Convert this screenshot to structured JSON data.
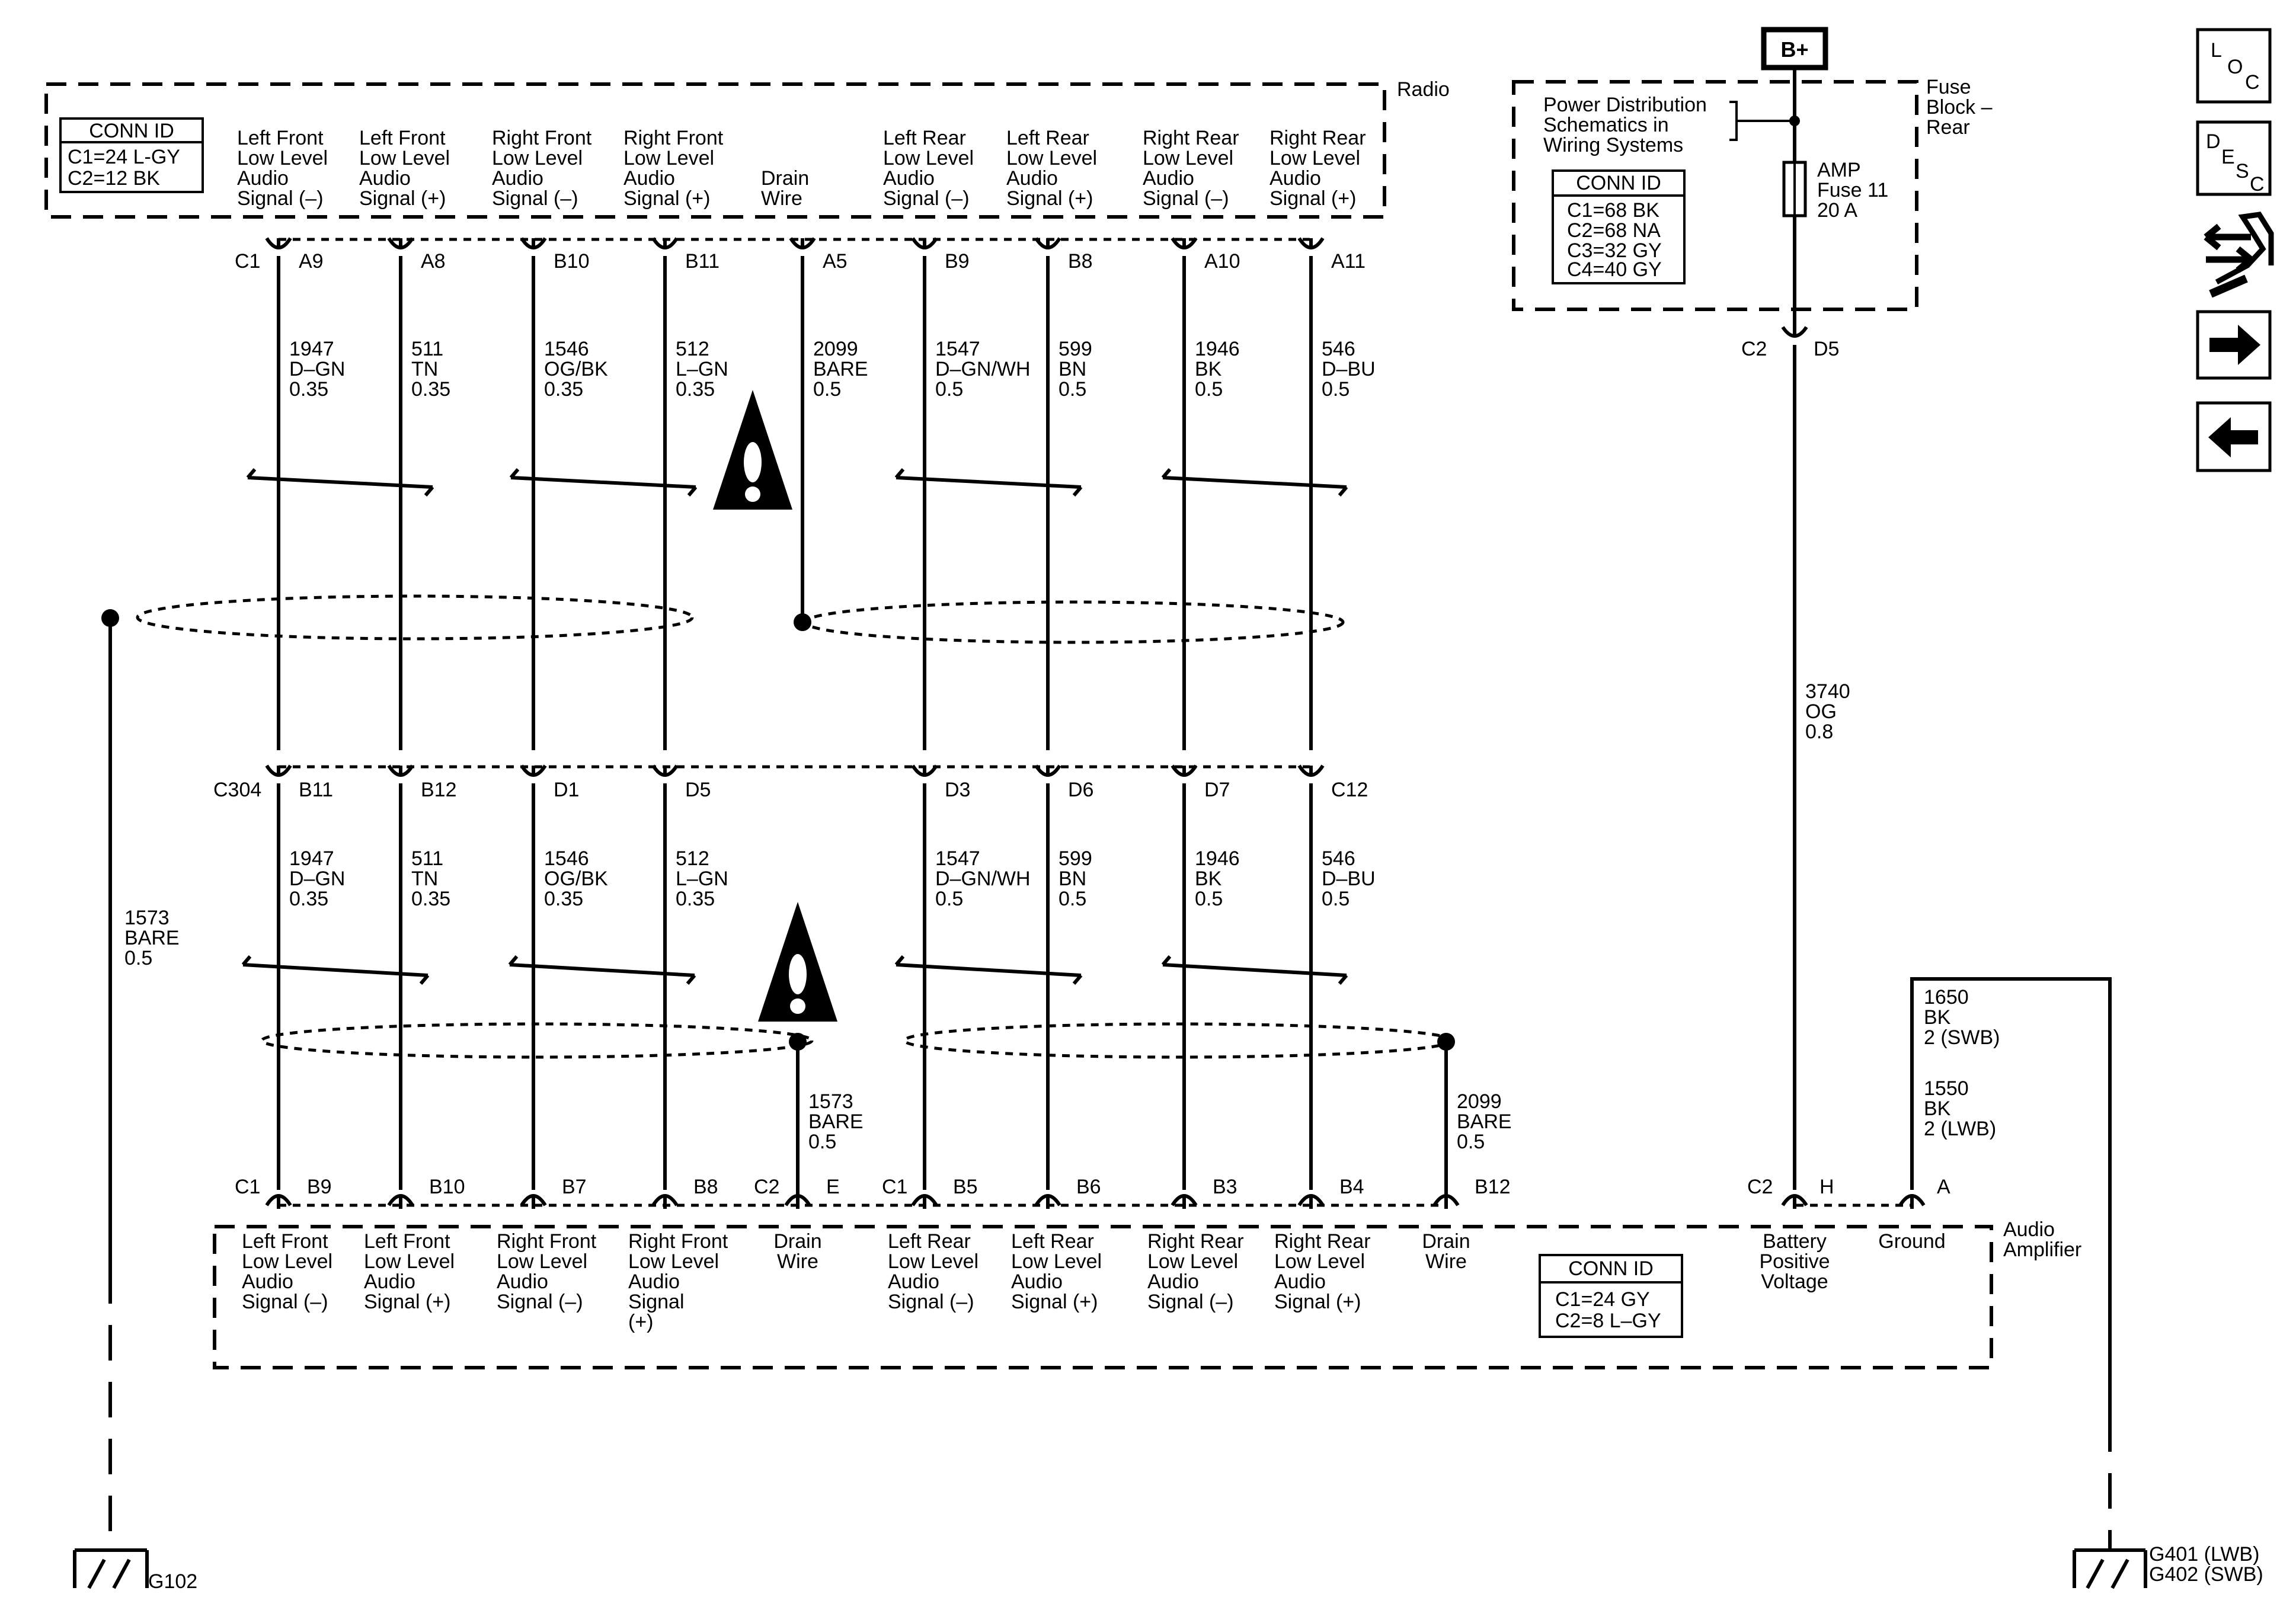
{
  "radio": {
    "component": "Radio",
    "conn_id": {
      "header": "CONN ID",
      "lines": [
        "C1=24 L-GY",
        "C2=12 BK"
      ]
    },
    "connector": "C1",
    "pins": [
      {
        "pin": "A9",
        "label": [
          "Left Front",
          "Low Level",
          "Audio",
          "Signal (–)"
        ]
      },
      {
        "pin": "A8",
        "label": [
          "Left Front",
          "Low Level",
          "Audio",
          "Signal (+)"
        ]
      },
      {
        "pin": "B10",
        "label": [
          "Right Front",
          "Low Level",
          "Audio",
          "Signal (–)"
        ]
      },
      {
        "pin": "B11",
        "label": [
          "Right Front",
          "Low Level",
          "Audio",
          "Signal (+)"
        ]
      },
      {
        "pin": "A5",
        "label": [
          "Drain",
          "Wire"
        ]
      },
      {
        "pin": "B9",
        "label": [
          "Left Rear",
          "Low Level",
          "Audio",
          "Signal (–)"
        ]
      },
      {
        "pin": "B8",
        "label": [
          "Left Rear",
          "Low Level",
          "Audio",
          "Signal (+)"
        ]
      },
      {
        "pin": "A10",
        "label": [
          "Right Rear",
          "Low Level",
          "Audio",
          "Signal (–)"
        ]
      },
      {
        "pin": "A11",
        "label": [
          "Right Rear",
          "Low Level",
          "Audio",
          "Signal (+)"
        ]
      }
    ]
  },
  "upper_wires": [
    [
      "1947",
      "D–GN",
      "0.35"
    ],
    [
      "511",
      "TN",
      "0.35"
    ],
    [
      "1546",
      "OG/BK",
      "0.35"
    ],
    [
      "512",
      "L–GN",
      "0.35"
    ],
    [
      "2099",
      "BARE",
      "0.5"
    ],
    [
      "1547",
      "D–GN/WH",
      "0.5"
    ],
    [
      "599",
      "BN",
      "0.5"
    ],
    [
      "1946",
      "BK",
      "0.5"
    ],
    [
      "546",
      "D–BU",
      "0.5"
    ]
  ],
  "inline": {
    "connector": "C304",
    "pins": [
      "B11",
      "B12",
      "D1",
      "D5",
      "D3",
      "D6",
      "D7",
      "C12"
    ]
  },
  "lower_wires": [
    [
      "1947",
      "D–GN",
      "0.35"
    ],
    [
      "511",
      "TN",
      "0.35"
    ],
    [
      "1546",
      "OG/BK",
      "0.35"
    ],
    [
      "512",
      "L–GN",
      "0.35"
    ],
    [
      "1547",
      "D–GN/WH",
      "0.5"
    ],
    [
      "599",
      "BN",
      "0.5"
    ],
    [
      "1946",
      "BK",
      "0.5"
    ],
    [
      "546",
      "D–BU",
      "0.5"
    ]
  ],
  "drain_wires": {
    "left_ground_wire": [
      "1573",
      "BARE",
      "0.5"
    ],
    "amp_drain_left": [
      "1573",
      "BARE",
      "0.5"
    ],
    "amp_drain_right": [
      "2099",
      "BARE",
      "0.5"
    ]
  },
  "amplifier": {
    "component": [
      "Audio",
      "Amplifier"
    ],
    "conn_id": {
      "header": "CONN ID",
      "lines": [
        "C1=24 GY",
        "C2=8 L–GY"
      ]
    },
    "connector_labels": [
      "C1",
      "C2",
      "C1",
      "C2"
    ],
    "pins": [
      {
        "pin": "B9",
        "label": [
          "Left Front",
          "Low Level",
          "Audio",
          "Signal (–)"
        ]
      },
      {
        "pin": "B10",
        "label": [
          "Left Front",
          "Low Level",
          "Audio",
          "Signal (+)"
        ]
      },
      {
        "pin": "B7",
        "label": [
          "Right Front",
          "Low Level",
          "Audio",
          "Signal (–)"
        ]
      },
      {
        "pin": "B8",
        "label": [
          "Right Front",
          "Low Level",
          "Audio",
          "Signal",
          "(+)"
        ]
      },
      {
        "pin": "E",
        "label": [
          "Drain",
          "Wire"
        ]
      },
      {
        "pin": "B5",
        "label": [
          "Left Rear",
          "Low Level",
          "Audio",
          "Signal (–)"
        ]
      },
      {
        "pin": "B6",
        "label": [
          "Left Rear",
          "Low Level",
          "Audio",
          "Signal (+)"
        ]
      },
      {
        "pin": "B3",
        "label": [
          "Right Rear",
          "Low Level",
          "Audio",
          "Signal (–)"
        ]
      },
      {
        "pin": "B4",
        "label": [
          "Right Rear",
          "Low Level",
          "Audio",
          "Signal (+)"
        ]
      },
      {
        "pin": "B12",
        "label": [
          "Drain",
          "Wire"
        ]
      },
      {
        "pin": "H",
        "label": [
          "Battery",
          "Positive",
          "Voltage"
        ]
      },
      {
        "pin": "A",
        "label": [
          "Ground"
        ]
      }
    ]
  },
  "fuse_block": {
    "component": [
      "Fuse",
      "Block –",
      "Rear"
    ],
    "battery": "B+",
    "power_ref": [
      "Power Distribution",
      "Schematics in",
      "Wiring Systems"
    ],
    "conn_id": {
      "header": "CONN ID",
      "lines": [
        "C1=68 BK",
        "C2=68 NA",
        "C3=32 GY",
        "C4=40 GY"
      ]
    },
    "fuse": [
      "AMP",
      "Fuse 11",
      "20 A"
    ],
    "connector": "C2",
    "pin": "D5"
  },
  "battery_wire": [
    "3740",
    "OG",
    "0.8"
  ],
  "ground_wire": [
    "1650",
    "BK",
    "2 (SWB)",
    "1550",
    "BK",
    "2 (LWB)"
  ],
  "amp_conn_c2_ground_side": {
    "connector": "C2",
    "pins": [
      "H",
      "A"
    ]
  },
  "grounds": {
    "left": "G102",
    "right": [
      "G401 (LWB)",
      "G402 (SWB)"
    ]
  },
  "nav": {
    "loc": [
      "L",
      "O",
      "C"
    ],
    "desc": [
      "D",
      "E",
      "S",
      "C"
    ]
  }
}
